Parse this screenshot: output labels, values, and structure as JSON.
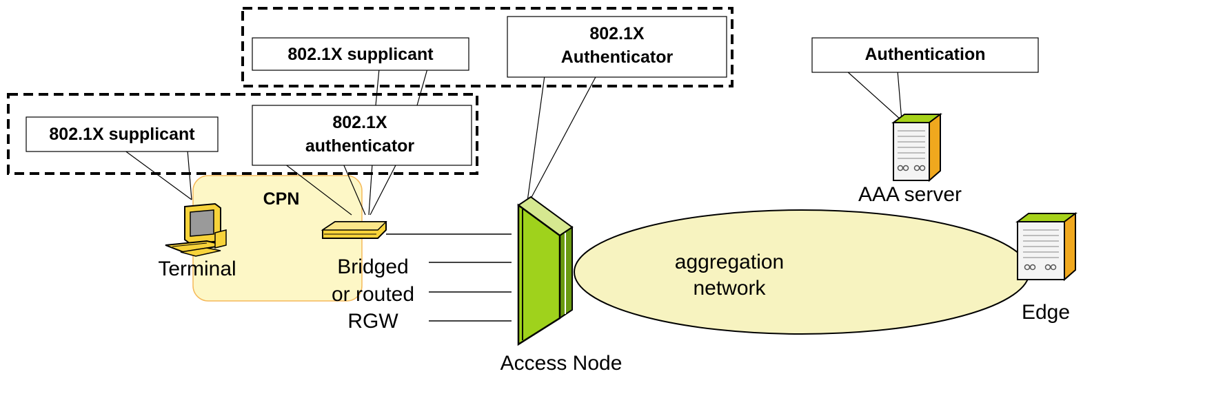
{
  "callouts": {
    "supplicant_left": "802.1X supplicant",
    "supplicant_top": "802.1X supplicant",
    "authenticator_cpn_line1": "802.1X",
    "authenticator_cpn_line2": "authenticator",
    "authenticator_an_line1": "802.1X",
    "authenticator_an_line2": "Authenticator",
    "authentication": "Authentication"
  },
  "labels": {
    "cpn": "CPN",
    "terminal": "Terminal",
    "rgw_line1": "Bridged",
    "rgw_line2": "or routed",
    "rgw_line3": "RGW",
    "access_node": "Access Node",
    "aggregation_line1": "aggregation",
    "aggregation_line2": "network",
    "aaa_server": "AAA server",
    "edge": "Edge"
  },
  "colors": {
    "cpn_fill": "#fdf7c6",
    "cpn_stroke": "#f5b95a",
    "ellipse_fill": "#f7f3c0",
    "access_node_green": "#9fd21c",
    "server_top": "#a6d21a",
    "server_side": "#f0a81e",
    "terminal_yellow": "#f7d33a"
  }
}
